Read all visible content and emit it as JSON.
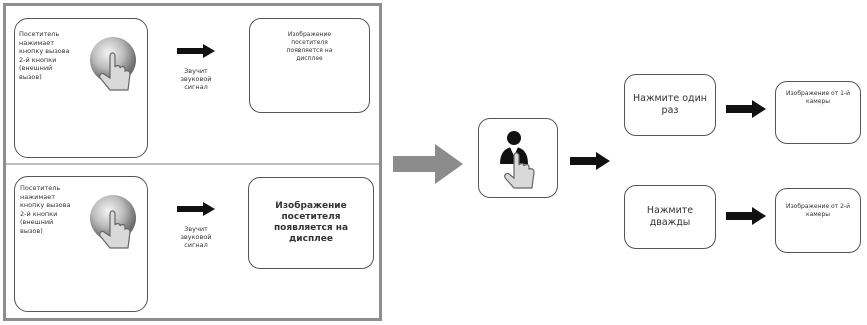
{
  "scenario_top": {
    "instruction": "Посетитель нажимает кнопку вызова 2-й кнопки (внешний вызов)",
    "arrow_caption": "Звучит звуковой сигнал",
    "result": "Изображение посетителя появляется на дисплее"
  },
  "scenario_bottom": {
    "instruction": "Посетитель нажимает кнопку вызова 2-й кнопки (внешний вызов)",
    "arrow_caption": "Звучит звуковой сигнал",
    "result": "Изображение посетителя появляется на дисплее"
  },
  "branch_once": {
    "label": "Нажмите один раз",
    "result": "Изображение от 1-й камеры"
  },
  "branch_twice": {
    "label": "Нажмите дважды",
    "result": "Изображение от 2-й камеры"
  },
  "colors": {
    "frame_border": "#8e8e8e",
    "big_arrow": "#8c8c8c",
    "black_arrow": "#111111"
  },
  "icons": [
    "finger-press-button-icon",
    "person-finger-touch-icon",
    "arrow-right-icon"
  ]
}
